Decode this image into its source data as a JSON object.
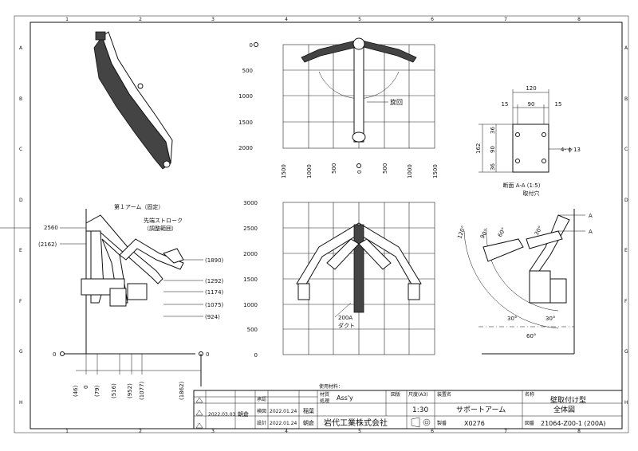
{
  "frame": {
    "columns": [
      "1",
      "2",
      "3",
      "4",
      "5",
      "6",
      "7",
      "8"
    ],
    "rows": [
      "A",
      "B",
      "C",
      "D",
      "E",
      "F",
      "G",
      "H"
    ]
  },
  "top_view": {
    "y_ticks": [
      "0",
      "500",
      "1000",
      "1500",
      "2000"
    ],
    "x_ticks": [
      "1500",
      "1000",
      "500",
      "0",
      "500",
      "1000",
      "1500"
    ],
    "label_rotation": "旋回"
  },
  "section": {
    "dims": {
      "overall_w": "120",
      "inner_w": "90",
      "edge_l": "15",
      "edge_r": "15",
      "h_total": "162",
      "h_top": "36",
      "h_mid": "90",
      "h_bot": "36"
    },
    "hole_note": "4- ϕ 13",
    "caption": "断面 A-A (1:5)",
    "caption2": "取付穴"
  },
  "side_view": {
    "label_arm1": "第１アーム（固定）",
    "label_stroke": "先端ストローク",
    "label_stroke2": "（調整範囲）",
    "y_left": [
      "2560",
      "(2162)"
    ],
    "y_right": [
      "(1890)",
      "(1292)",
      "(1174)",
      "(1075)",
      "(924)"
    ],
    "bottom": [
      "(46)",
      "0",
      "(79)",
      "(516)",
      "(952)",
      "(1077)",
      "(1862)"
    ],
    "zero_l": "0",
    "zero_r": "0"
  },
  "front_view": {
    "y_ticks": [
      "3000",
      "2500",
      "2000",
      "1500",
      "1000",
      "500",
      "0"
    ],
    "label_duct": "200A",
    "label_duct2": "ダクト"
  },
  "right_view": {
    "angles": [
      "120°",
      "90°",
      "60°",
      "30°"
    ],
    "angles_bottom": [
      "30°",
      "30°",
      "60°"
    ],
    "marker_a": "A"
  },
  "title_block": {
    "material_header": "使用材料：",
    "material_label": "材質",
    "treatment_label": "処理",
    "material_value": "Ass'y",
    "revision_label": "図版",
    "scale_label": "尺度(A3)",
    "scale_value": "1:30",
    "device_label": "装置名",
    "device_value": "サポートアーム",
    "name_label": "名称",
    "name_value1": "壁取付け型",
    "name_value2": "全体図",
    "drawno_label": "図番",
    "drawno_value": "21064-Z00-1 (200A)",
    "drawing_label": "製番",
    "drawing_value": "X0276",
    "approve_label": "承認",
    "check_label": "検図",
    "design_label": "設計",
    "check_date": "2022.01.24",
    "check_name": "稲葉",
    "design_date": "2022.01.24",
    "design_name": "朝倉",
    "rev_date": "2022.03.03",
    "rev_name": "朝倉",
    "company": "岩代工業株式会社"
  }
}
